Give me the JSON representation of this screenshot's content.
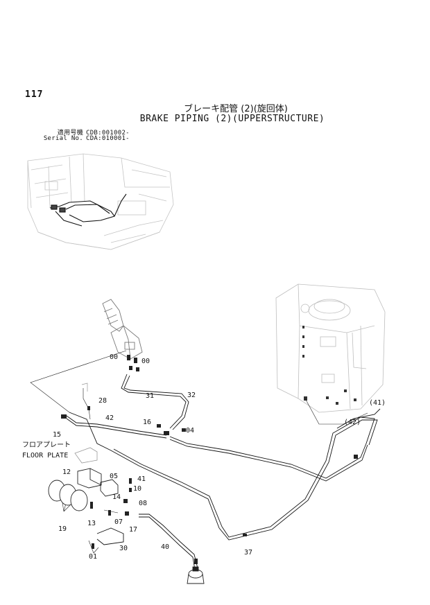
{
  "page_number": "117",
  "title_jp": "ブレーキ配管 (2)(旋回体)",
  "title_en": "BRAKE PIPING (2)(UPPERSTRUCTURE)",
  "serial_rows": [
    {
      "label": "適用号機",
      "value": "CDB:001002-"
    },
    {
      "label": "Serial No.",
      "value": "CDA:010001-"
    }
  ],
  "floor_plate_label_jp": "フロアプレート",
  "floor_plate_label_en": "FLOOR PLATE",
  "callouts": {
    "c00a": "00",
    "c00b": "00",
    "c28": "28",
    "c31": "31",
    "c32": "32",
    "c42": "42",
    "c15": "15",
    "c16": "16",
    "c04": "04",
    "c41": "41",
    "c41p": "(41)",
    "c42p": "(42)",
    "c12": "12",
    "c05": "05",
    "c10": "10",
    "c14": "14",
    "c08": "08",
    "c19": "19",
    "c13": "13",
    "c07": "07",
    "c17": "17",
    "c40": "40",
    "c37": "37",
    "c01": "01",
    "c30": "30"
  }
}
